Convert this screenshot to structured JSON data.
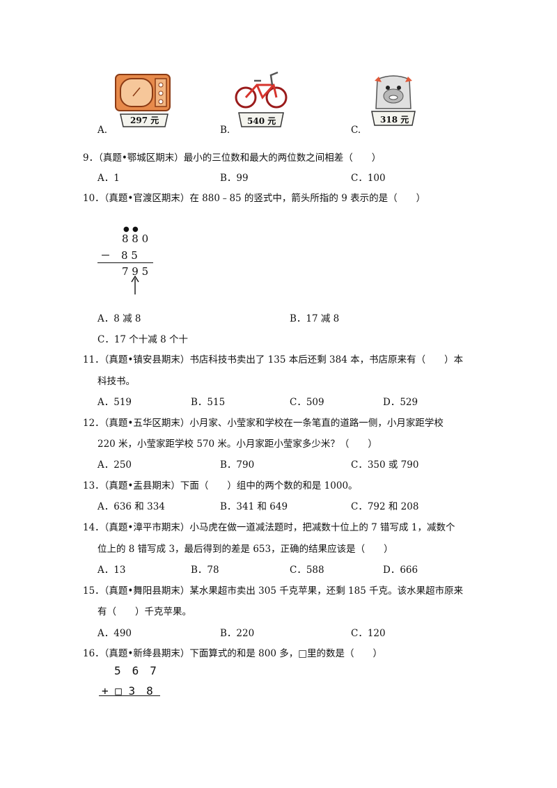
{
  "q8": {
    "items": [
      {
        "label": "A.",
        "price": "297 元",
        "icon": "microwave-oven-icon"
      },
      {
        "label": "B.",
        "price": "540 元",
        "icon": "bicycle-icon"
      },
      {
        "label": "C.",
        "price": "318 元",
        "icon": "backpack-icon"
      }
    ]
  },
  "q9": {
    "text": "9．（真题•鄂城区期末）最小的三位数和最大的两位数之间相差（　　）",
    "options": [
      "A．1",
      "B．99",
      "C．100"
    ]
  },
  "q10": {
    "text": "10．（真题•官渡区期末）在 880﹣85 的竖式中，箭头所指的 9 表示的是（　　）",
    "vertical": {
      "row1": "8 8 0",
      "row2": "－　8 5",
      "row3": "7 9 5"
    },
    "options": [
      "A．8 减 8",
      "B．17 减 8",
      "C．17 个十减 8 个十"
    ]
  },
  "q11": {
    "line1": "11．（真题•镇安县期末）书店科技书卖出了 135 本后还剩 384 本，书店原来有（　　）本",
    "line2": "科技书。",
    "options": [
      "A．519",
      "B．515",
      "C．509",
      "D．529"
    ]
  },
  "q12": {
    "line1": "12．（真题•五华区期末）小月家、小莹家和学校在一条笔直的道路一侧，小月家距学校",
    "line2": "220 米，小莹家距学校 570 米。小月家距小莹家多少米？（　　）",
    "options": [
      "A．250",
      "B．790",
      "C．350 或 790"
    ]
  },
  "q13": {
    "text": "13．（真题•盂县期末）下面（　　）组中的两个数的和是 1000。",
    "options": [
      "A．636 和 334",
      "B．341 和 649",
      "C．792 和 208"
    ]
  },
  "q14": {
    "line1": "14．（真题•漳平市期末）小马虎在做一道减法题时，把减数十位上的 7 错写成 1，减数个",
    "line2": "位上的 8 错写成 3，最后得到的差是 653，正确的结果应该是（　　）",
    "options": [
      "A．13",
      "B．78",
      "C．588",
      "D．666"
    ]
  },
  "q15": {
    "line1": "15．（真题•舞阳县期末）某水果超市卖出 305 千克苹果，还剩 185 千克。该水果超市原来",
    "line2": "有（　　）千克苹果。",
    "options": [
      "A．490",
      "B．220",
      "C．120"
    ]
  },
  "q16": {
    "text": "16．（真题•新绛县期末）下面算式的和是 800 多，□里的数是（　　）",
    "row1": "5　6　7",
    "row2": "+ □ 3　8"
  }
}
